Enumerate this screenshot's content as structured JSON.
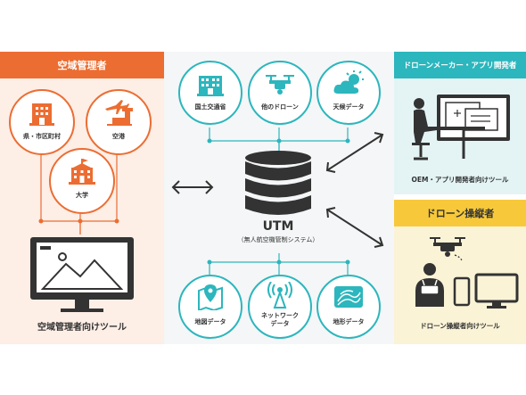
{
  "left": {
    "header": "空域管理者",
    "nodes": [
      "県・市区町村",
      "空港",
      "大学"
    ],
    "tool": "空域管理者向けツール"
  },
  "center": {
    "top_nodes": [
      "国土交通省",
      "他のドローン",
      "天候データ"
    ],
    "utm_title": "UTM",
    "utm_subtitle": "（無人航空機管制システム）",
    "bottom_nodes": [
      "地図データ",
      "ネットワーク\nデータ",
      "地形データ"
    ]
  },
  "right_top": {
    "header": "ドローンメーカー・アプリ開発者",
    "tool": "OEM・アプリ開発者向けツール"
  },
  "right_bottom": {
    "header": "ドローン操縦者",
    "tool": "ドローン操縦者向けツール"
  },
  "colors": {
    "orange": "#ec6d32",
    "teal": "#2cb6bd",
    "yellow": "#f7c93a",
    "dark": "#333333"
  }
}
